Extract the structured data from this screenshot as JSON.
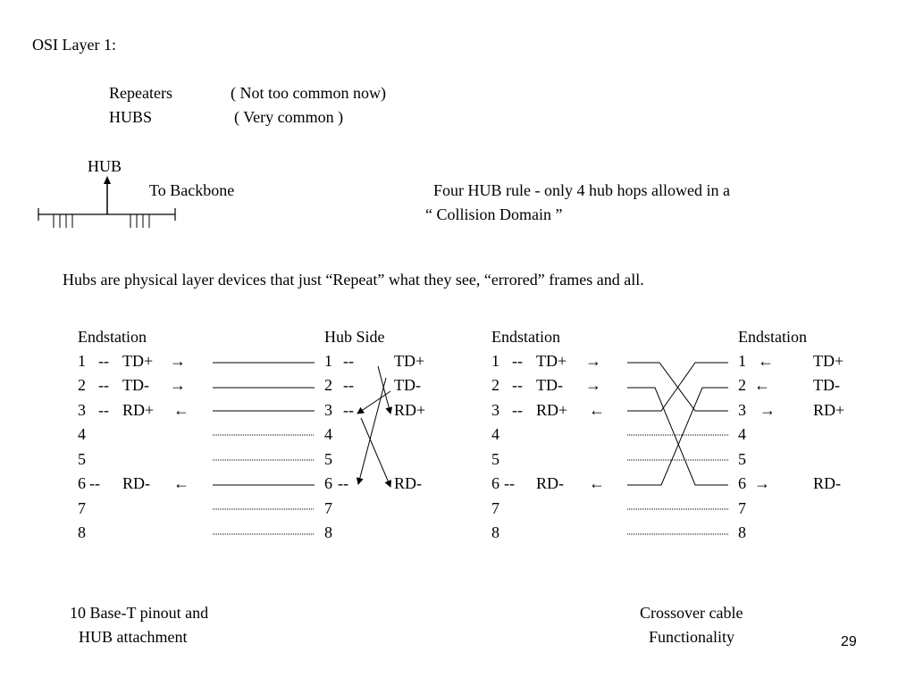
{
  "title": "OSI Layer 1:",
  "devices": [
    {
      "name": "Repeaters",
      "note": "( Not too common now)"
    },
    {
      "name": "HUBS",
      "note": "( Very common )"
    }
  ],
  "hub_diagram": {
    "label": "HUB",
    "backbone_label": "To Backbone"
  },
  "rule": {
    "line1": "Four HUB rule - only 4 hub hops allowed in a",
    "line2": "“ Collision Domain ”"
  },
  "description": "Hubs are physical layer devices that just “Repeat” what they see, “errored” frames and all.",
  "left_diagram": {
    "left_header": "Endstation",
    "right_header": "Hub Side",
    "left_pins": [
      {
        "num": "1",
        "sep": "--",
        "signal": "TD+",
        "arrow": "→"
      },
      {
        "num": "2",
        "sep": "--",
        "signal": "TD-",
        "arrow": "→"
      },
      {
        "num": "3",
        "sep": "--",
        "signal": "RD+",
        "arrow": "←"
      },
      {
        "num": "4"
      },
      {
        "num": "5"
      },
      {
        "num": "6",
        "sep": "--",
        "signal": "RD-",
        "arrow": "←"
      },
      {
        "num": "7"
      },
      {
        "num": "8"
      }
    ],
    "right_pins": [
      {
        "num": "1",
        "sep": "--",
        "signal": "TD+"
      },
      {
        "num": "2",
        "sep": "--",
        "signal": "TD-"
      },
      {
        "num": "3",
        "sep": "--",
        "signal": "RD+"
      },
      {
        "num": "4"
      },
      {
        "num": "5"
      },
      {
        "num": "6",
        "sep": "--",
        "signal": "RD-"
      },
      {
        "num": "7"
      },
      {
        "num": "8"
      }
    ],
    "caption_line1": "10 Base-T pinout and",
    "caption_line2": "HUB attachment"
  },
  "right_diagram": {
    "left_header": "Endstation",
    "right_header": "Endstation",
    "left_pins": [
      {
        "num": "1",
        "sep": "--",
        "signal": "TD+",
        "arrow": "→"
      },
      {
        "num": "2",
        "sep": "--",
        "signal": "TD-",
        "arrow": "→"
      },
      {
        "num": "3",
        "sep": "--",
        "signal": "RD+",
        "arrow": "←"
      },
      {
        "num": "4"
      },
      {
        "num": "5"
      },
      {
        "num": "6",
        "sep": "--",
        "signal": "RD-",
        "arrow": "←"
      },
      {
        "num": "7"
      },
      {
        "num": "8"
      }
    ],
    "right_pins": [
      {
        "num": "1",
        "arrow": "←",
        "signal": "TD+"
      },
      {
        "num": "2",
        "arrow": "←",
        "signal": "TD-"
      },
      {
        "num": "3",
        "arrow": "→",
        "signal": "RD+"
      },
      {
        "num": "4"
      },
      {
        "num": "5"
      },
      {
        "num": "6",
        "arrow": "→",
        "signal": "RD-"
      },
      {
        "num": "7"
      },
      {
        "num": "8"
      }
    ],
    "caption_line1": "Crossover cable",
    "caption_line2": "Functionality"
  },
  "page_number": "29"
}
